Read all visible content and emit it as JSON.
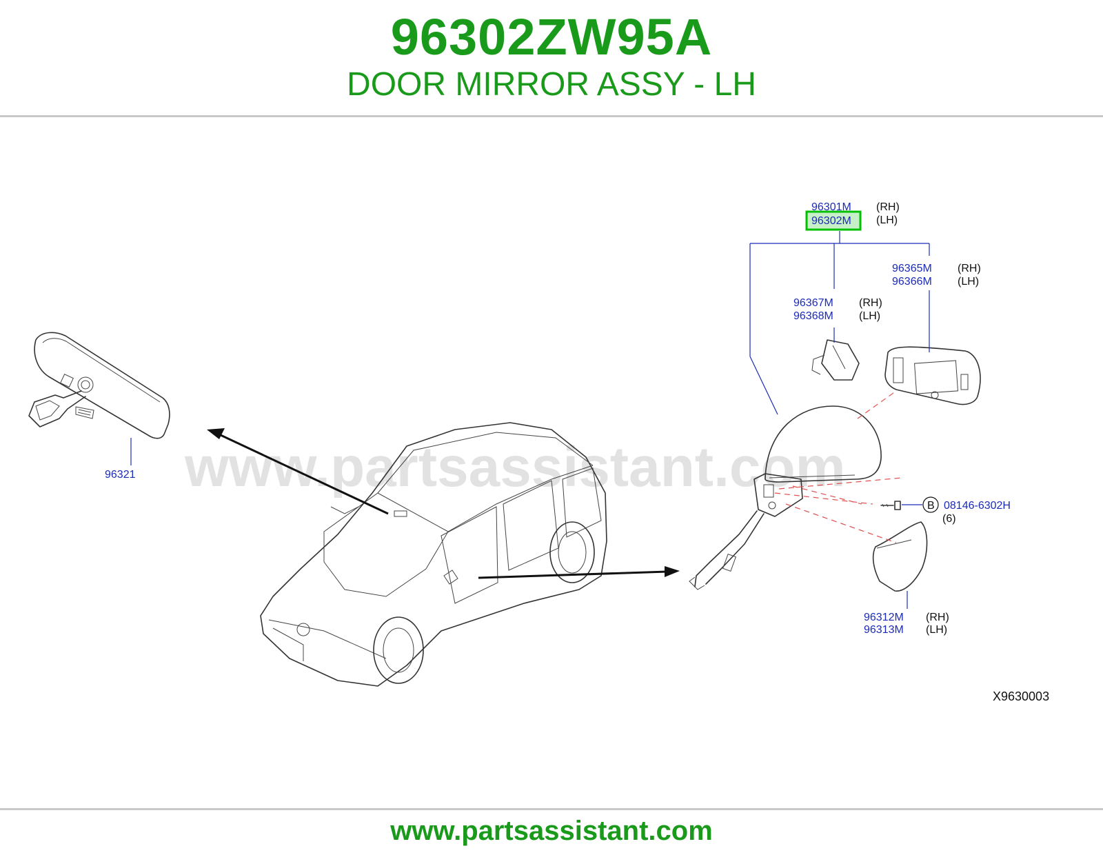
{
  "header": {
    "part_number": "96302ZW95A",
    "part_name": "DOOR MIRROR ASSY - LH"
  },
  "diagram": {
    "watermark": "www.partsassistant.com",
    "figure_code": "X9630003",
    "labels": {
      "rh": "(RH)",
      "lh": "(LH)",
      "p96301m": "96301M",
      "p96302m": "96302M",
      "p96365m": "96365M",
      "p96366m": "96366M",
      "p96367m": "96367M",
      "p96368m": "96368M",
      "p96321": "96321",
      "p08146": "08146-6302H",
      "callout_b": "B",
      "qty": "(6)",
      "p96312m": "96312M",
      "p96313m": "96313M"
    },
    "highlight_color": "#00c000"
  },
  "footer": {
    "url": "www.partsassistant.com"
  },
  "colors": {
    "brand_green": "#1a9a1a",
    "part_label_blue": "#1a2ab8",
    "highlight_green": "#00c000",
    "dashed_red": "#e05050"
  }
}
